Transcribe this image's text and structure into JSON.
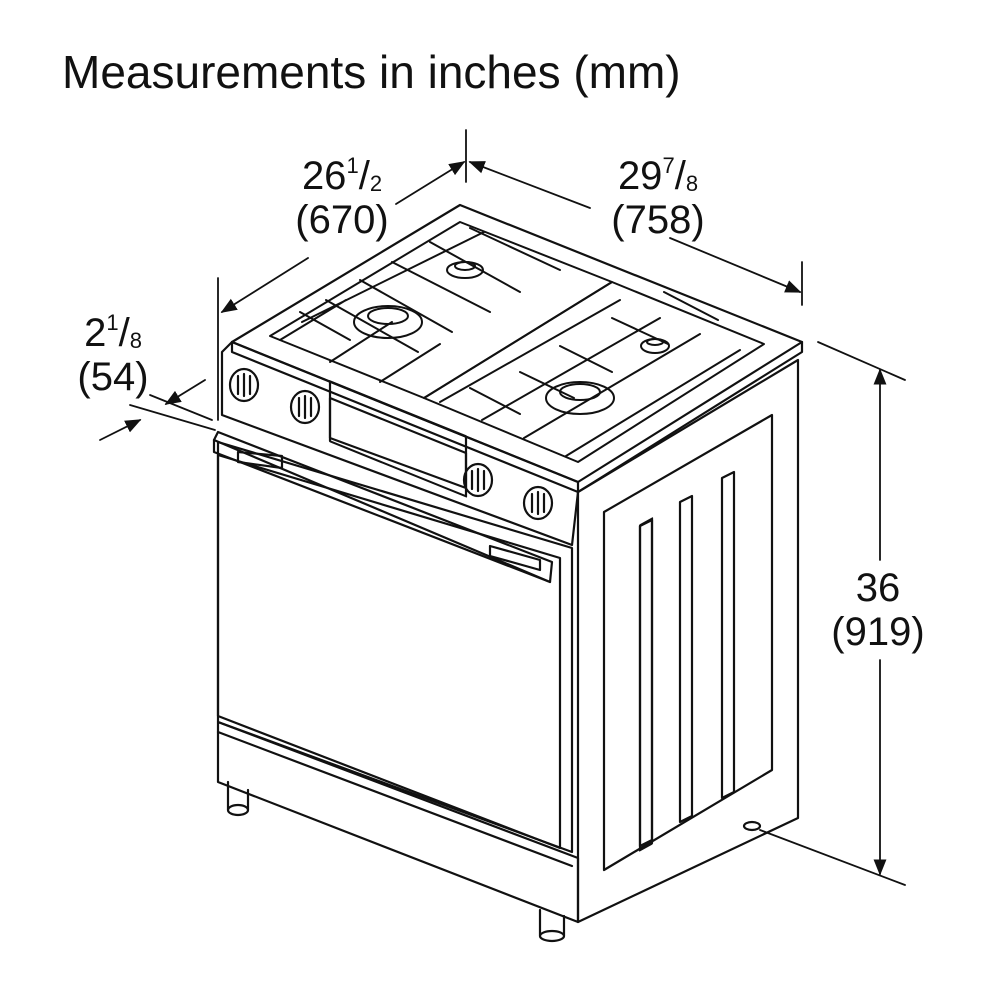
{
  "title": "Measurements in inches (mm)",
  "dimensions": {
    "width": {
      "whole": "26",
      "numerator": "1",
      "denominator": "2",
      "mm": "(670)"
    },
    "depth": {
      "whole": "29",
      "numerator": "7",
      "denominator": "8",
      "mm": "(758)"
    },
    "height": {
      "whole": "36",
      "mm": "(919)"
    },
    "front_offset": {
      "whole": "2",
      "numerator": "1",
      "denominator": "8",
      "mm": "(54)"
    }
  },
  "colors": {
    "line": "#111111",
    "background": "#ffffff"
  },
  "icons": [
    "gas-range-illustration",
    "burner-grate-icon",
    "control-knob-icon",
    "oven-door-handle-icon",
    "dimension-arrow-icon"
  ]
}
